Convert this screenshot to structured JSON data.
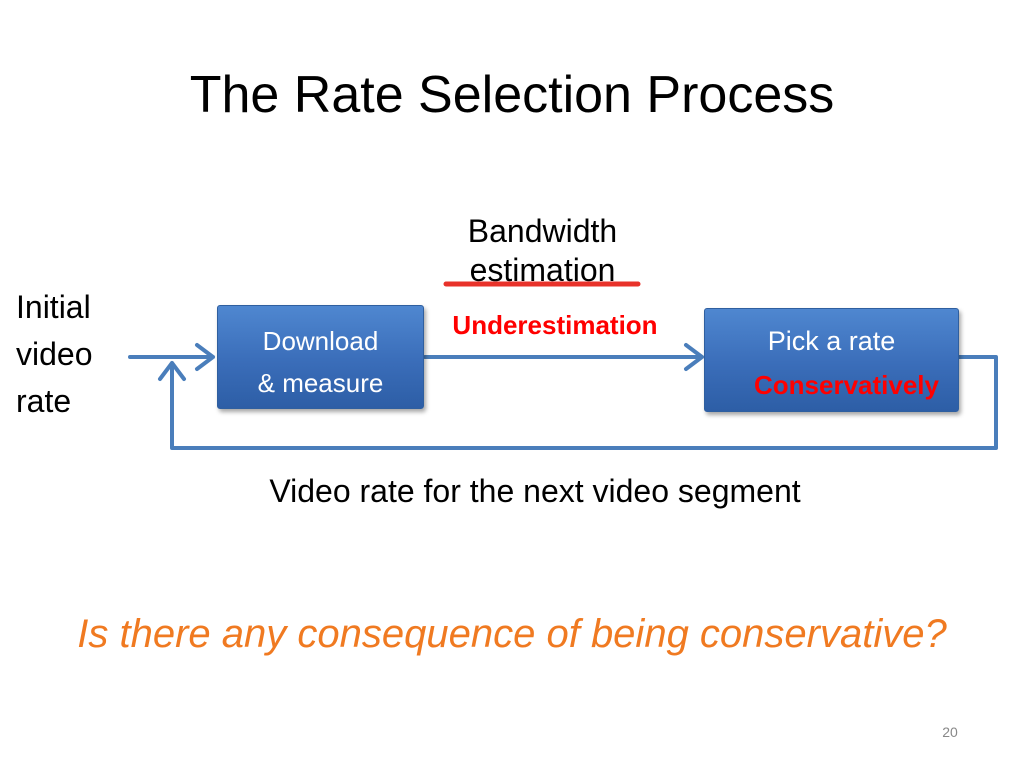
{
  "slide": {
    "title": "The Rate Selection Process",
    "page_number": "20"
  },
  "labels": {
    "bandwidth_line1": "Bandwidth",
    "bandwidth_line2": "estimation",
    "underestimation": "Underestimation",
    "initial_line1": "Initial",
    "initial_line2": "video",
    "initial_line3": "rate",
    "segment_caption": "Video rate for the next video segment"
  },
  "boxes": {
    "download_line1": "Download",
    "download_line2": "& measure",
    "pick_line1": "Pick a rate",
    "pick_line2": "Conservatively"
  },
  "question": "Is there any consequence of being conservative?",
  "colors": {
    "box_fill": "#3a6db9",
    "arrow": "#4a7ebb",
    "strike": "#e8322a",
    "emphasis_red": "#ff0000",
    "question_orange": "#f07a21"
  }
}
